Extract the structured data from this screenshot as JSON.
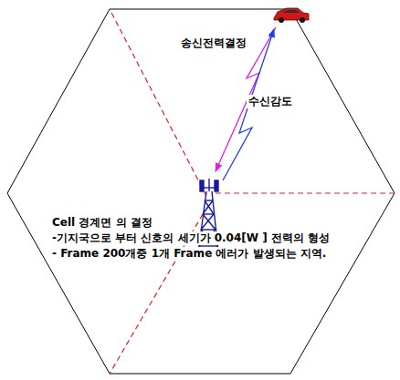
{
  "diagram": {
    "labels": [
      "송신전력결정",
      "수신감도",
      "Cell 경계면 의 결정",
      "-기지국으로 부터 신호의 세기가 0.04[W ] 전력의 형성",
      "- Frame 200개중 1개 Frame 에러가 발생되는 지역."
    ]
  }
}
